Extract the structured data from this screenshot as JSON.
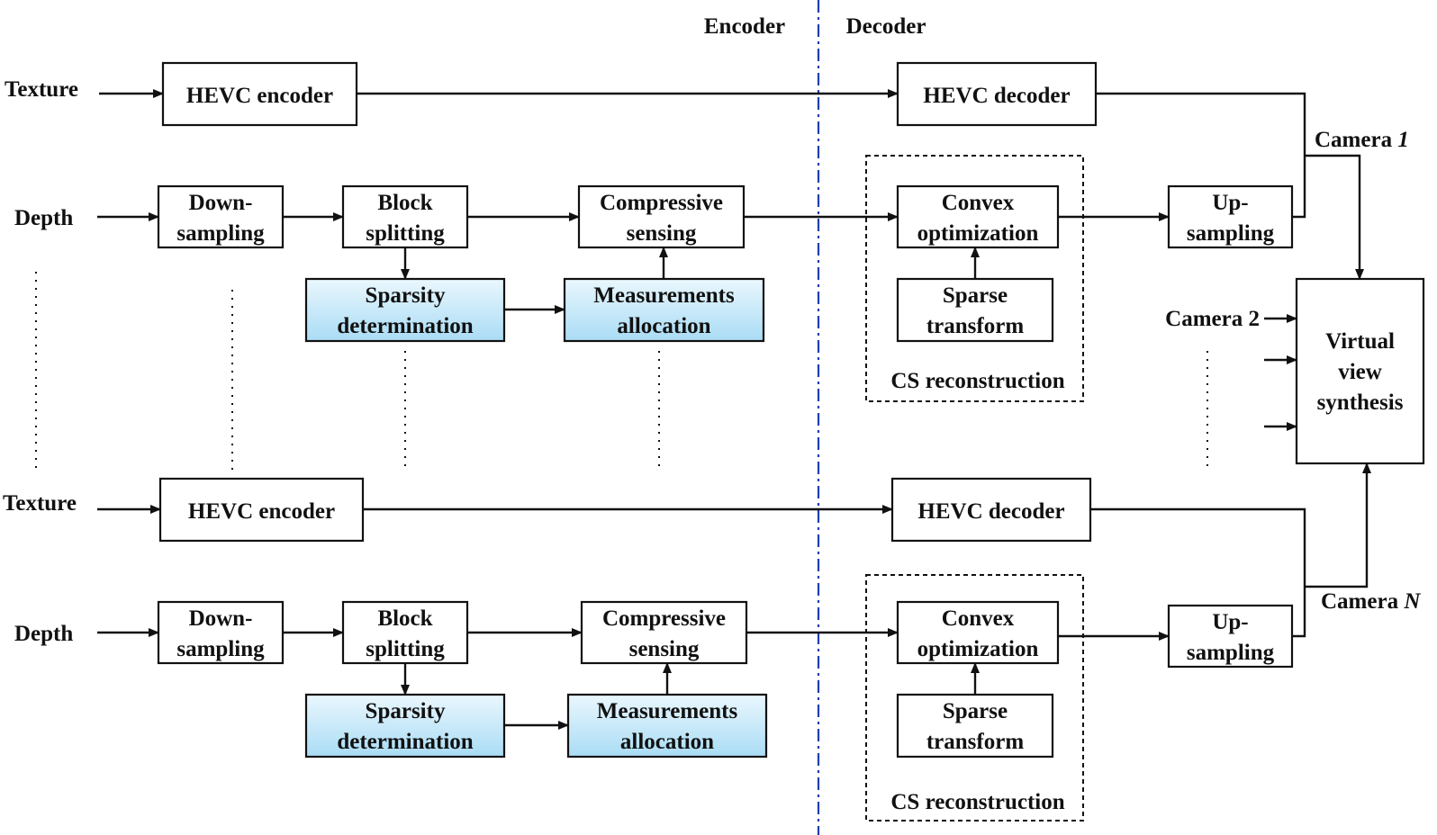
{
  "header": {
    "encoder_label": "Encoder",
    "decoder_label": "Decoder"
  },
  "inputs": {
    "texture_1": "Texture",
    "depth_1": "Depth",
    "texture_n": "Texture",
    "depth_n": "Depth"
  },
  "blocks": {
    "hevc_encoder_1": [
      "HEVC encoder"
    ],
    "hevc_decoder_1": [
      "HEVC decoder"
    ],
    "downsampling_1": [
      "Down-",
      "sampling"
    ],
    "block_splitting_1": [
      "Block",
      "splitting"
    ],
    "compressive_sensing_1": [
      "Compressive",
      "sensing"
    ],
    "sparsity_determination_1": [
      "Sparsity",
      "determination"
    ],
    "measurements_allocation_1": [
      "Measurements",
      "allocation"
    ],
    "convex_optimization_1": [
      "Convex",
      "optimization"
    ],
    "sparse_transform_1": [
      "Sparse",
      "transform"
    ],
    "upsampling_1": [
      "Up-",
      "sampling"
    ],
    "cs_reconstruction_1": "CS reconstruction",
    "virtual_view_synthesis": [
      "Virtual",
      "view",
      "synthesis"
    ],
    "hevc_encoder_n": [
      "HEVC encoder"
    ],
    "hevc_decoder_n": [
      "HEVC decoder"
    ],
    "downsampling_n": [
      "Down-",
      "sampling"
    ],
    "block_splitting_n": [
      "Block",
      "splitting"
    ],
    "compressive_sensing_n": [
      "Compressive",
      "sensing"
    ],
    "sparsity_determination_n": [
      "Sparsity",
      "determination"
    ],
    "measurements_allocation_n": [
      "Measurements",
      "allocation"
    ],
    "convex_optimization_n": [
      "Convex",
      "optimization"
    ],
    "sparse_transform_n": [
      "Sparse",
      "transform"
    ],
    "upsampling_n": [
      "Up-",
      "sampling"
    ],
    "cs_reconstruction_n": "CS reconstruction"
  },
  "cameras": {
    "camera_1": {
      "prefix": "Camera ",
      "id": "1"
    },
    "camera_2": "Camera 2",
    "camera_n": {
      "prefix": "Camera ",
      "id": "N"
    }
  },
  "colors": {
    "highlight_top": "#eaf7fd",
    "highlight_bottom": "#a9dcf5",
    "divider": "#1f3fb0"
  }
}
